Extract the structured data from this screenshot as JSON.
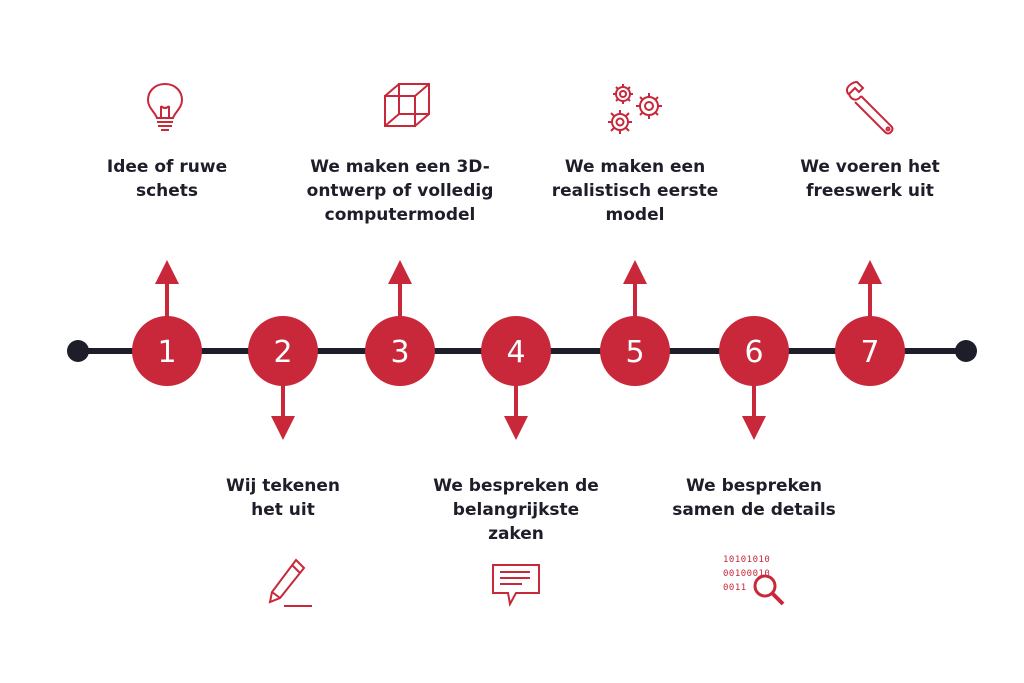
{
  "colors": {
    "accent": "#c8283a",
    "line": "#1e1e2a",
    "text": "#1e1e2a"
  },
  "steps": [
    {
      "number": "1",
      "label": "Idee of ruwe\nschets",
      "position": "top",
      "icon": "lightbulb-icon"
    },
    {
      "number": "2",
      "label": "Wij tekenen\nhet uit",
      "position": "bottom",
      "icon": "pencil-icon"
    },
    {
      "number": "3",
      "label": "We maken een 3D-\nontwerp of volledig\ncomputermodel",
      "position": "top",
      "icon": "cube-icon"
    },
    {
      "number": "4",
      "label": "We bespreken de\nbelangrijkste\nzaken",
      "position": "bottom",
      "icon": "speech-bubble-icon"
    },
    {
      "number": "5",
      "label": "We maken een\nrealistisch eerste\nmodel",
      "position": "top",
      "icon": "gears-icon"
    },
    {
      "number": "6",
      "label": "We bespreken\nsamen de details",
      "position": "bottom",
      "icon": "binary-search-icon"
    },
    {
      "number": "7",
      "label": "We voeren het\nfreeswerk uit",
      "position": "top",
      "icon": "wrench-icon"
    }
  ],
  "binary_lines": [
    "10101010",
    "00100010",
    "0011"
  ]
}
